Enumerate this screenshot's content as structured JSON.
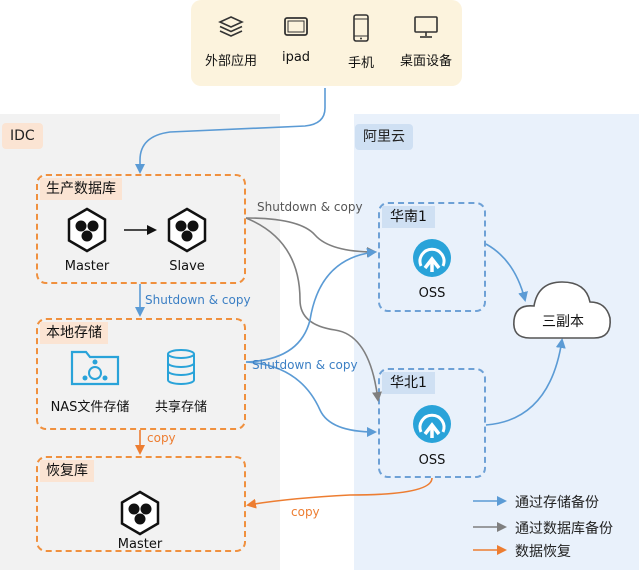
{
  "clients": [
    {
      "label": "外部应用",
      "icon": "layers-icon"
    },
    {
      "label": "ipad",
      "icon": "tablet-icon"
    },
    {
      "label": "手机",
      "icon": "mobile-phone-icon"
    },
    {
      "label": "桌面设备",
      "icon": "desktop-monitor-icon"
    }
  ],
  "idc": {
    "title": "IDC",
    "prod_db": {
      "title": "生产数据库",
      "master": "Master",
      "slave": "Slave"
    },
    "local_storage": {
      "title": "本地存储",
      "nas": "NAS文件存储",
      "shared": "共享存储"
    },
    "recovery_db": {
      "title": "恢复库",
      "master": "Master"
    }
  },
  "aliyun": {
    "title": "阿里云",
    "south": {
      "title": "华南1",
      "oss": "OSS"
    },
    "north": {
      "title": "华北1",
      "oss": "OSS"
    },
    "cloud": "三副本"
  },
  "flows": {
    "shutdown_copy_1": "Shutdown & copy",
    "shutdown_copy_2": "Shutdown & copy",
    "shutdown_copy_3": "Shutdown & copy",
    "copy_1": "copy",
    "copy_2": "copy"
  },
  "legend": [
    {
      "label": "通过存储备份",
      "color": "#5b9bd5"
    },
    {
      "label": "通过数据库备份",
      "color": "#7f7f7f"
    },
    {
      "label": "数据恢复",
      "color": "#ed7d31"
    }
  ],
  "colors": {
    "blue": "#5b9bd5",
    "gray": "#7f7f7f",
    "orange": "#ed7d31",
    "oss": "#29a3d9"
  }
}
